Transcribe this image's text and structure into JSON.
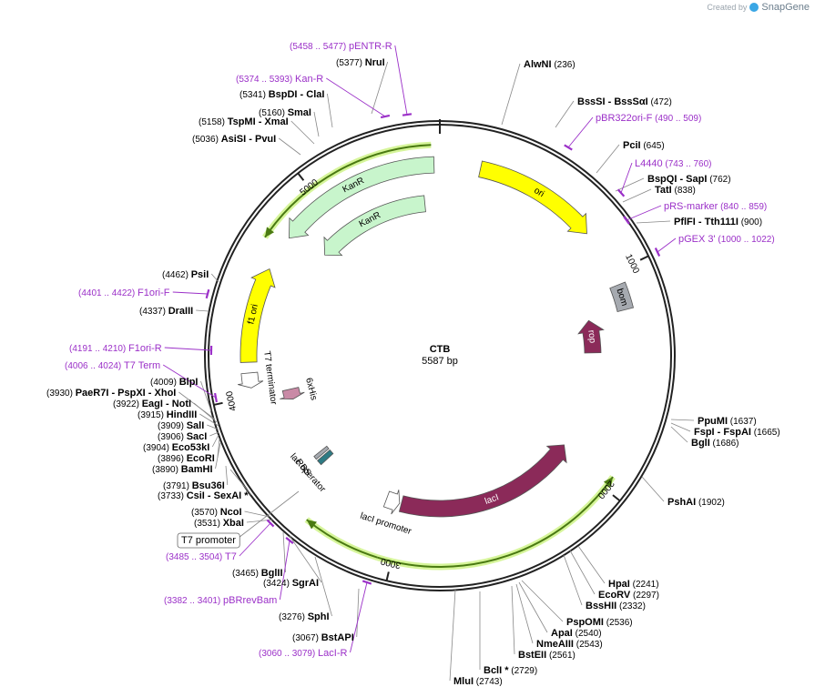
{
  "branding": {
    "created_by": "Created by",
    "app_name": "SnapGene"
  },
  "plasmid": {
    "name": "CTB",
    "length_bp": 5587,
    "length_label": "5587 bp",
    "ticks": [
      {
        "bp": 1000,
        "label": "1000"
      },
      {
        "bp": 2000,
        "label": "2000"
      },
      {
        "bp": 3000,
        "label": "3000"
      },
      {
        "bp": 4000,
        "label": "4000"
      },
      {
        "bp": 5000,
        "label": "5000"
      }
    ]
  },
  "features": [
    {
      "name": "ori",
      "start": 190,
      "end": 780,
      "color": "#ffff00",
      "ring": 0,
      "dir": 1
    },
    {
      "name": "bom",
      "start": 1060,
      "end": 1180,
      "color": "#a6aab0",
      "ring": 0,
      "dir": 0
    },
    {
      "name": "rop",
      "start": 1190,
      "end": 1380,
      "color": "#8b2a59",
      "ring": 1,
      "dir": -1
    },
    {
      "name": "lacI",
      "start": 1950,
      "end": 3020,
      "color": "#8b2a59",
      "ring": 1,
      "dir": -1
    },
    {
      "name": "lacI promoter",
      "start": 3030,
      "end": 3110,
      "color": "#ffffff",
      "ring": 1,
      "dir": -1
    },
    {
      "name": "lac operator",
      "start": 3530,
      "end": 3560,
      "color": "#2e7b84",
      "ring": 1,
      "dir": 0
    },
    {
      "name": "RBS",
      "start": 3570,
      "end": 3590,
      "color": "#a6aab0",
      "ring": 1,
      "dir": 0
    },
    {
      "name": "6xHis",
      "start": 3935,
      "end": 3995,
      "color": "#c98aa6",
      "ring": 1,
      "dir": -1
    },
    {
      "name": "T7 terminator",
      "start": 4040,
      "end": 4110,
      "color": "#ffffff",
      "ring": 0,
      "dir": -1
    },
    {
      "name": "f1 ori",
      "start": 4160,
      "end": 4610,
      "color": "#ffff00",
      "ring": 0,
      "dir": 1
    },
    {
      "name": "KanR",
      "start": 4780,
      "end": 5560,
      "color": "#c8f5cc",
      "ring": 0,
      "dir": -1
    },
    {
      "name": "KanR",
      "start": 4830,
      "end": 5500,
      "color": "#c8f5cc",
      "ring": 1,
      "dir": -1
    }
  ],
  "orfs": [
    {
      "start": 4720,
      "end": 5550,
      "ring": 0,
      "dir": -1
    },
    {
      "start": 1940,
      "end": 3060,
      "ring": 0,
      "dir": -1
    },
    {
      "start": 3060,
      "end": 3400,
      "ring": 0,
      "dir": 1
    }
  ],
  "sites": [
    {
      "name": "AlwNI",
      "pos": "236"
    },
    {
      "name": "BssSI",
      "name2": "BssSαI",
      "pos": "472"
    },
    {
      "name": "PciI",
      "pos": "645"
    },
    {
      "name": "BspQI",
      "name2": "SapI",
      "pos": "762"
    },
    {
      "name": "TatI",
      "pos": "838"
    },
    {
      "name": "PflFI",
      "name2": "Tth111I",
      "pos": "900"
    },
    {
      "name": "PpuMI",
      "pos": "1637"
    },
    {
      "name": "FspI",
      "name2": "FspAI",
      "pos": "1665"
    },
    {
      "name": "BglI",
      "pos": "1686"
    },
    {
      "name": "PshAI",
      "pos": "1902"
    },
    {
      "name": "HpaI",
      "pos": "2241"
    },
    {
      "name": "EcoRV",
      "pos": "2297"
    },
    {
      "name": "BssHII",
      "pos": "2332"
    },
    {
      "name": "PspOMI",
      "pos": "2536"
    },
    {
      "name": "ApaI",
      "pos": "2540"
    },
    {
      "name": "NmeAIII",
      "pos": "2543"
    },
    {
      "name": "BstEII",
      "pos": "2561"
    },
    {
      "name": "BclI *",
      "pos": "2729"
    },
    {
      "name": "MluI",
      "pos": "2743"
    },
    {
      "name": "BstAPI",
      "pos": "3067"
    },
    {
      "name": "SphI",
      "pos": "3276"
    },
    {
      "name": "SgrAI",
      "pos": "3424"
    },
    {
      "name": "BglII",
      "pos": "3465"
    },
    {
      "name": "XbaI",
      "pos": "3531"
    },
    {
      "name": "NcoI",
      "pos": "3570"
    },
    {
      "name": "CsiI",
      "name2": "SexAI *",
      "pos": "3733"
    },
    {
      "name": "Bsu36I",
      "pos": "3791"
    },
    {
      "name": "BamHI",
      "pos": "3890"
    },
    {
      "name": "EcoRI",
      "pos": "3896"
    },
    {
      "name": "Eco53kI",
      "pos": "3904"
    },
    {
      "name": "SacI",
      "pos": "3906"
    },
    {
      "name": "SalI",
      "pos": "3909"
    },
    {
      "name": "HindIII",
      "pos": "3915"
    },
    {
      "name": "EagI",
      "name2": "NotI",
      "pos": "3922"
    },
    {
      "name": "PaeR7I",
      "name2": "PspXI",
      "name3": "XhoI",
      "pos": "3930"
    },
    {
      "name": "BlpI",
      "pos": "4009"
    },
    {
      "name": "DraIII",
      "pos": "4337"
    },
    {
      "name": "PsiI",
      "pos": "4462"
    },
    {
      "name": "AsiSI",
      "name2": "PvuI",
      "pos": "5036"
    },
    {
      "name": "TspMI",
      "name2": "XmaI",
      "pos": "5158"
    },
    {
      "name": "SmaI",
      "pos": "5160"
    },
    {
      "name": "BspDI",
      "name2": "ClaI",
      "pos": "5341"
    },
    {
      "name": "NruI",
      "pos": "5377"
    }
  ],
  "primers": [
    {
      "name": "pBR322ori-F",
      "range": "490 .. 509"
    },
    {
      "name": "L4440",
      "range": "743 .. 760"
    },
    {
      "name": "pRS-marker",
      "range": "840 .. 859"
    },
    {
      "name": "pGEX 3'",
      "range": "1000 .. 1022"
    },
    {
      "name": "LacI-R",
      "range": "3060 .. 3079"
    },
    {
      "name": "pBRrevBam",
      "range": "3382 .. 3401"
    },
    {
      "name": "T7",
      "range": "3485 .. 3504"
    },
    {
      "name": "T7 Term",
      "range": "4006 .. 4024"
    },
    {
      "name": "F1ori-R",
      "range": "4191 .. 4210"
    },
    {
      "name": "F1ori-F",
      "range": "4401 .. 4422"
    },
    {
      "name": "Kan-R",
      "range": "5374 .. 5393"
    },
    {
      "name": "pENTR-R",
      "range": "5458 .. 5477"
    }
  ],
  "boxed_label": "T7 promoter",
  "colors": {
    "ring": "#222222",
    "primer": "#9b30c8",
    "leader": "#888888",
    "orf": "#4a7a12",
    "orf_glow": "#d6f59a"
  }
}
